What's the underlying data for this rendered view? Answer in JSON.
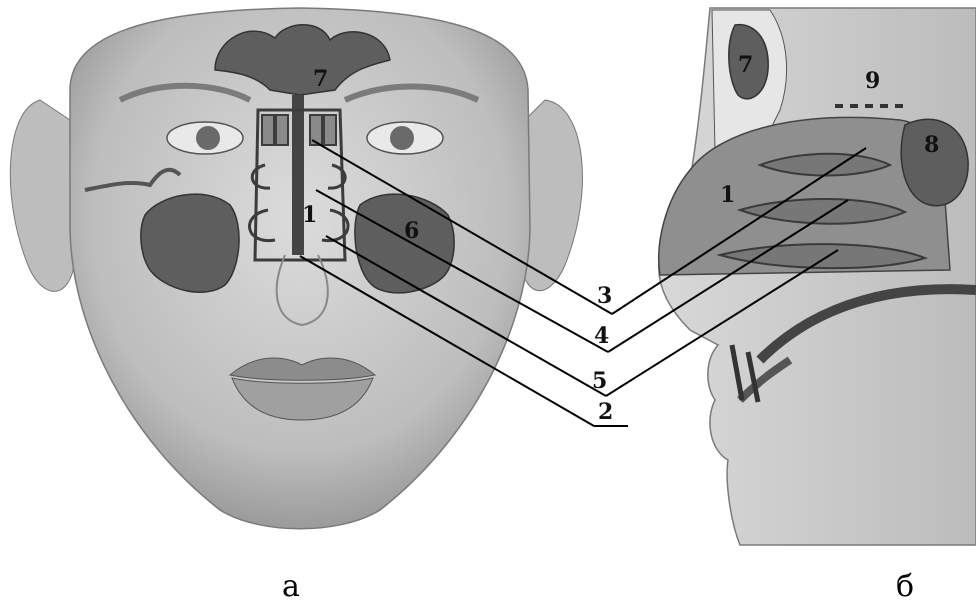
{
  "figure": {
    "panels": [
      {
        "id": "a",
        "caption": "а",
        "labels": [
          "7",
          "1",
          "6"
        ]
      },
      {
        "id": "b",
        "caption": "б",
        "labels": [
          "7",
          "9",
          "8",
          "1"
        ]
      }
    ],
    "callouts": [
      "3",
      "4",
      "5",
      "2"
    ],
    "colors": {
      "skin": "#cfcfcf",
      "skin_shadow": "#9a9a9a",
      "cavity": "#5e5e5e",
      "cavity_dark": "#3c3c3c",
      "bone": "#e6e6e6",
      "line": "#000000"
    }
  }
}
